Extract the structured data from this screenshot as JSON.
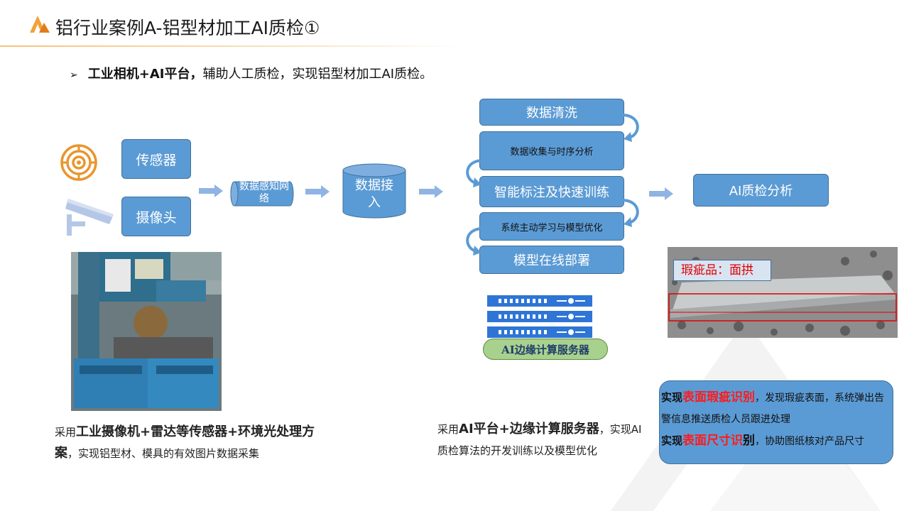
{
  "header": {
    "title": "铝行业案例A-铝型材加工AI质检①"
  },
  "bullet": {
    "arrow": "➢",
    "bold": "工业相机+AI平台，",
    "rest": "辅助人工质检，实现铝型材加工AI质检。"
  },
  "pipeline": {
    "sensor_label": "传感器",
    "camera_label": "摄像头",
    "network_label": "数据感知网络",
    "ingest_label": "数据接入",
    "steps": [
      "数据清洗",
      "数据收集与时序分析",
      "智能标注及快速训练",
      "系统主动学习与模型优化",
      "模型在线部署"
    ],
    "analysis_label": "AI质检分析",
    "server_label": "AI边缘计算服务器"
  },
  "defect_photo": {
    "label": "瑕疵品：面拱"
  },
  "captions": {
    "left_prefix": "采用",
    "left_bold": "工业摄像机+雷达等传感器+环境光处理方案",
    "left_rest": "，实现铝型材、模具的有效图片数据采集",
    "mid_prefix": "采用",
    "mid_bold": "AI平台+边缘计算服务器",
    "mid_rest": "，实现AI质检算法的开发训练以及模型优化"
  },
  "info_box": {
    "line1_lead": "实现",
    "line1_red": "表面瑕疵识别",
    "line1_rest": "，发现瑕疵表面，系统弹出告警信息推送质检人员跟进处理",
    "line2_lead": "实现",
    "line2_red": "表面尺寸识",
    "line2_tail": "别",
    "line2_rest": "，协助图纸核对产品尺寸"
  },
  "colors": {
    "box_fill": "#5b9bd5",
    "box_border": "#41719c",
    "arrow": "#8fb4e3",
    "icon_orange": "#e8962e",
    "server_label_fill": "#a9d18e",
    "accent_red": "#ff1a1a"
  }
}
